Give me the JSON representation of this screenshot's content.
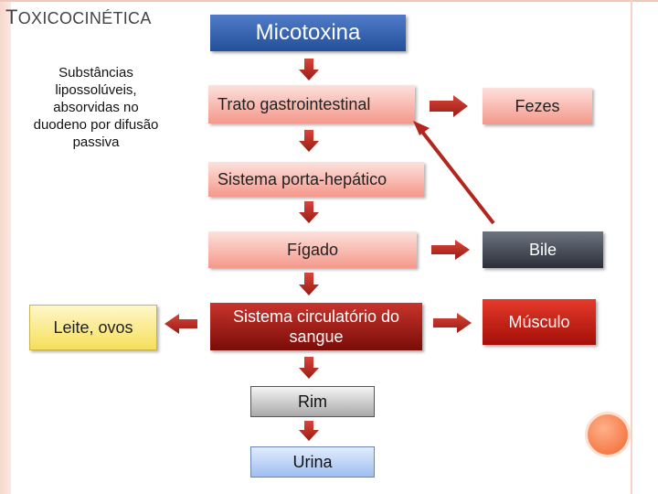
{
  "slide": {
    "title_first": "T",
    "title_rest": "OXICOCINÉTICA",
    "note": "Substâncias lipossolúveis, absorvidas no duodeno por difusão passiva"
  },
  "nodes": {
    "micotoxina": "Micotoxina",
    "trato": "Trato gastrointestinal",
    "fezes": "Fezes",
    "porta": "Sistema porta-hepático",
    "figado": "Fígado",
    "bile": "Bile",
    "circulatorio": "Sistema circulatório do sangue",
    "musculo": "Músculo",
    "leite": "Leite, ovos",
    "rim": "Rim",
    "urina": "Urina"
  },
  "colors": {
    "arrow": "#b3261e",
    "micotoxina": "#2f5ea8",
    "circulatorio": "#9a1a12",
    "bile": "#3a404a",
    "leite": "#f6df5a"
  }
}
